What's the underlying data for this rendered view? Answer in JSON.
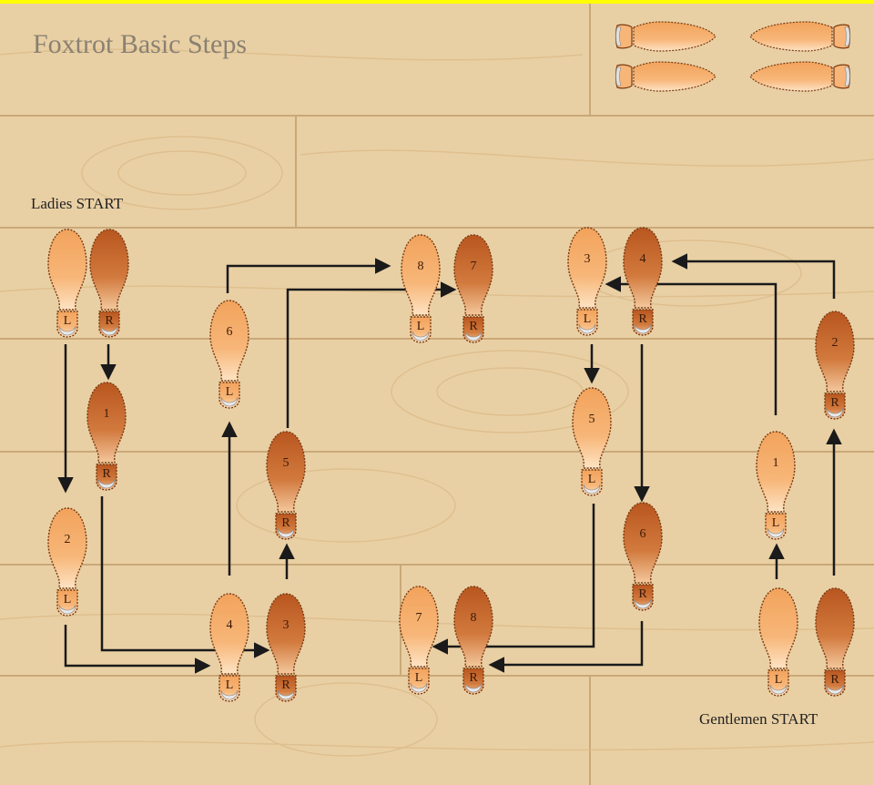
{
  "title": "Foxtrot Basic Steps",
  "ladies_label": "Ladies START",
  "gentlemen_label": "Gentlemen START",
  "colors": {
    "floor": "#e9d0a4",
    "plank_line": "#c9a97a",
    "shoe_light": "#f6a560",
    "shoe_dark": "#c0602a",
    "arrow": "#1a1a1a"
  },
  "legend_icons": [
    "left-shoe-outline-icon",
    "right-shoe-outline-icon",
    "left-shoe-filled-icon",
    "right-shoe-filled-icon"
  ],
  "footprints": [
    {
      "name": "ladies-start-left",
      "step": "",
      "foot": "L",
      "shade": "light"
    },
    {
      "name": "ladies-start-right",
      "step": "",
      "foot": "R",
      "shade": "dark"
    },
    {
      "name": "ladies-step-1",
      "step": "1",
      "foot": "R",
      "shade": "dark"
    },
    {
      "name": "ladies-step-2",
      "step": "2",
      "foot": "L",
      "shade": "light"
    },
    {
      "name": "ladies-step-3",
      "step": "3",
      "foot": "R",
      "shade": "dark"
    },
    {
      "name": "ladies-step-4",
      "step": "4",
      "foot": "L",
      "shade": "light"
    },
    {
      "name": "ladies-step-5",
      "step": "5",
      "foot": "R",
      "shade": "dark"
    },
    {
      "name": "ladies-step-6",
      "step": "6",
      "foot": "L",
      "shade": "light"
    },
    {
      "name": "ladies-step-7",
      "step": "7",
      "foot": "R",
      "shade": "dark"
    },
    {
      "name": "ladies-step-8",
      "step": "8",
      "foot": "L",
      "shade": "light"
    },
    {
      "name": "gents-start-left",
      "step": "",
      "foot": "L",
      "shade": "light"
    },
    {
      "name": "gents-start-right",
      "step": "",
      "foot": "R",
      "shade": "dark"
    },
    {
      "name": "gents-step-1",
      "step": "1",
      "foot": "L",
      "shade": "light"
    },
    {
      "name": "gents-step-2",
      "step": "2",
      "foot": "R",
      "shade": "dark"
    },
    {
      "name": "gents-step-3",
      "step": "3",
      "foot": "L",
      "shade": "light"
    },
    {
      "name": "gents-step-4",
      "step": "4",
      "foot": "R",
      "shade": "dark"
    },
    {
      "name": "gents-step-5",
      "step": "5",
      "foot": "L",
      "shade": "light"
    },
    {
      "name": "gents-step-6",
      "step": "6",
      "foot": "R",
      "shade": "dark"
    },
    {
      "name": "gents-step-7",
      "step": "7",
      "foot": "L",
      "shade": "light"
    },
    {
      "name": "gents-step-8",
      "step": "8",
      "foot": "R",
      "shade": "dark"
    }
  ]
}
